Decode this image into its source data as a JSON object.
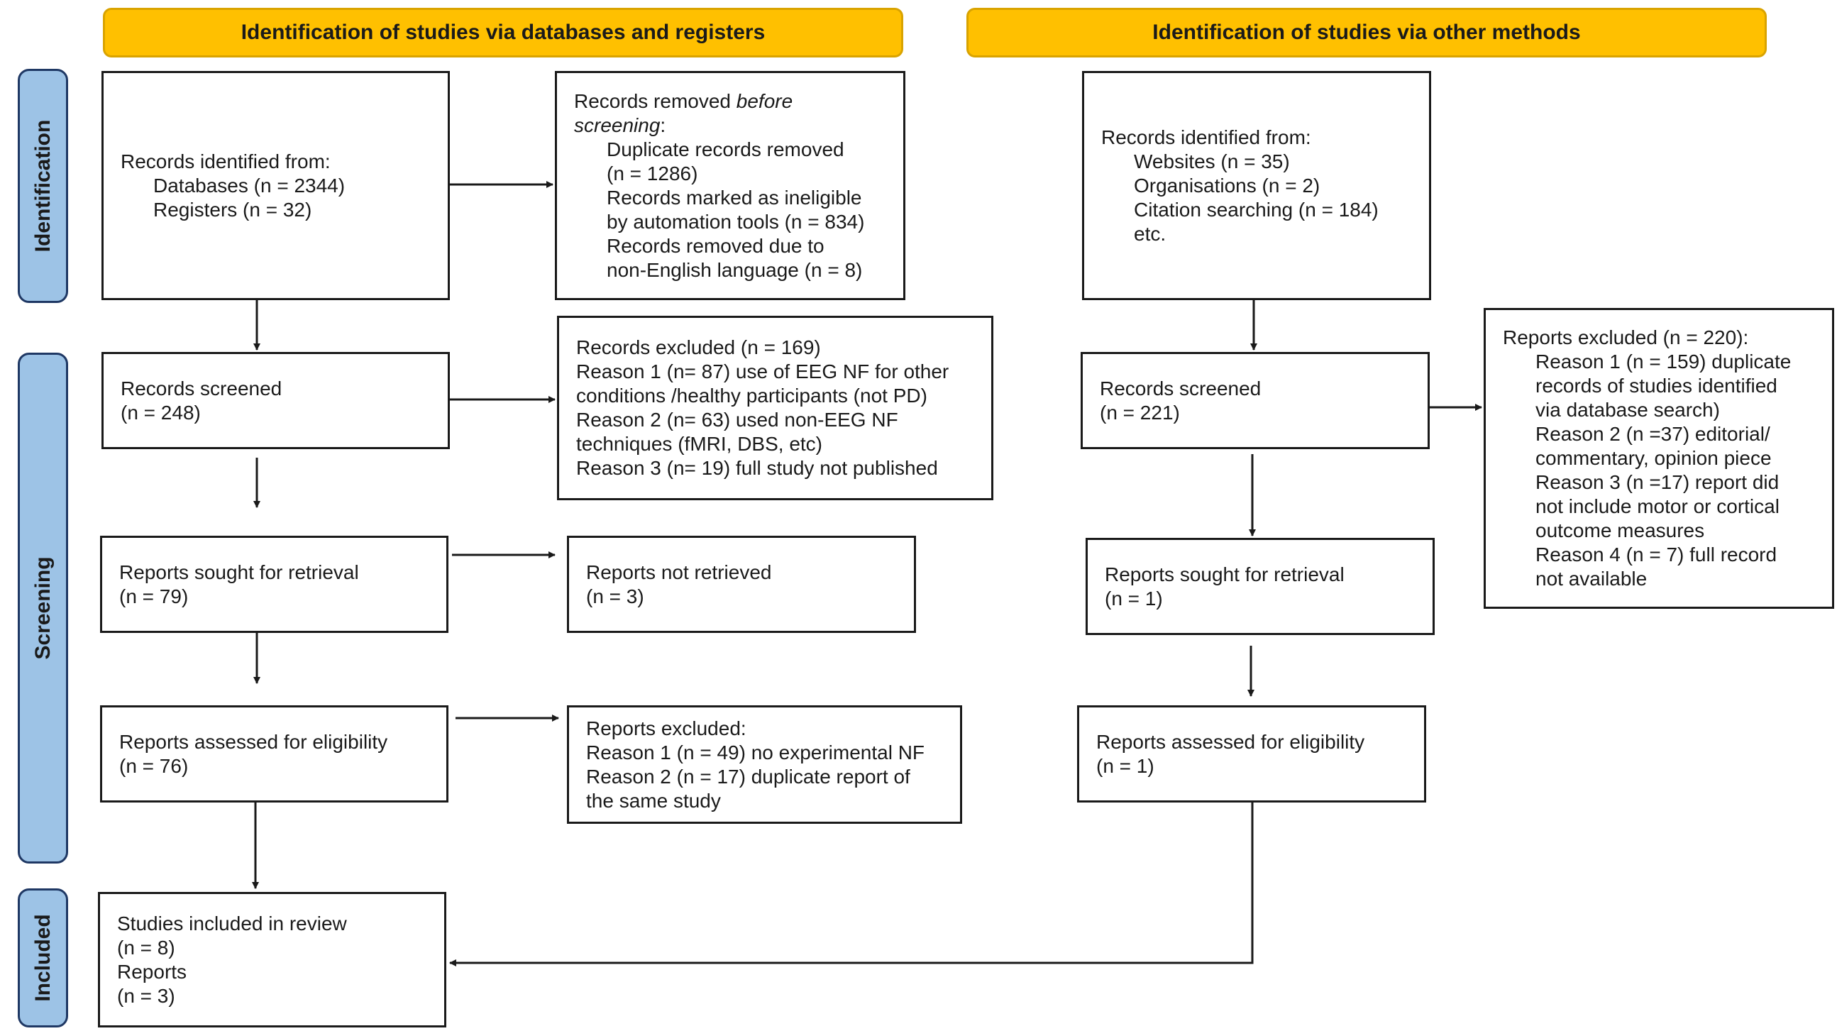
{
  "headers": {
    "databases": "Identification of studies via databases and registers",
    "other": "Identification of studies via other methods"
  },
  "phases": {
    "identification": "Identification",
    "screening": "Screening",
    "included": "Included"
  },
  "db": {
    "identified": {
      "title": "Records identified from:",
      "databases": "Databases (n = 2344)",
      "registers": "Registers (n = 32)"
    },
    "removed": {
      "title_prefix": "Records removed ",
      "title_italic_1": "before",
      "title_italic_2": "screening",
      "title_suffix": ":",
      "items": [
        "Duplicate records removed",
        "(n = 1286)",
        "Records marked as ineligible",
        "by automation tools (n = 834)",
        "Records removed due to",
        "non-English language (n = 8)"
      ]
    },
    "screened": {
      "label": "Records screened",
      "count": "(n = 248)"
    },
    "excluded": {
      "lines": [
        "Records excluded (n = 169)",
        "Reason 1 (n= 87) use of EEG NF for other",
        "conditions /healthy participants (not PD)",
        "Reason 2 (n= 63) used non-EEG NF",
        "techniques (fMRI, DBS, etc)",
        "Reason 3 (n= 19) full study not published"
      ]
    },
    "sought": {
      "label": "Reports sought for retrieval",
      "count": "(n = 79)"
    },
    "not_retrieved": {
      "label": "Reports not retrieved",
      "count": "(n = 3)"
    },
    "assessed": {
      "label": "Reports assessed for eligibility",
      "count": "(n = 76)"
    },
    "reports_excluded": {
      "lines": [
        "Reports excluded:",
        "Reason 1 (n = 49) no experimental NF",
        "Reason 2 (n = 17) duplicate report of",
        "the same study"
      ]
    },
    "included": {
      "lines": [
        "Studies included in review",
        "(n = 8)",
        "Reports",
        "(n = 3)"
      ]
    }
  },
  "other": {
    "identified": {
      "title": "Records identified from:",
      "items": [
        "Websites (n = 35)",
        "Organisations (n = 2)",
        "Citation searching (n = 184)",
        "etc."
      ]
    },
    "screened": {
      "label": "Records screened",
      "count": "(n = 221)"
    },
    "excluded": {
      "title": "Reports excluded (n = 220):",
      "items": [
        "Reason 1 (n = 159) duplicate",
        "records of studies identified",
        "via database search)",
        "Reason 2 (n =37) editorial/",
        "commentary, opinion piece",
        "Reason 3 (n =17) report did",
        "not include motor or cortical",
        "outcome measures",
        "Reason 4 (n = 7) full record",
        "not available"
      ]
    },
    "sought": {
      "label": "Reports sought for retrieval",
      "count": "(n = 1)"
    },
    "assessed": {
      "label": "Reports assessed for eligibility",
      "count": "(n = 1)"
    }
  }
}
